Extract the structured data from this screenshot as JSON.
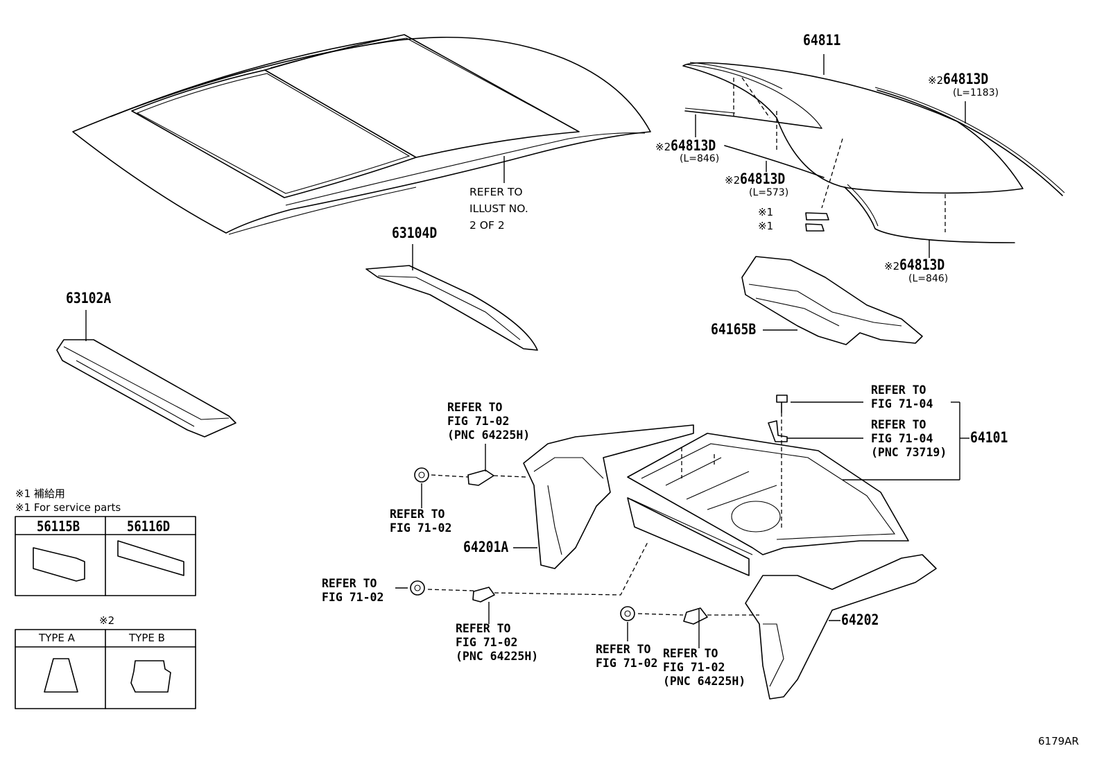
{
  "labels": {
    "p64811": "64811",
    "p64813d_top": "64813D",
    "p64813d_top_len": "(L=1183)",
    "p64813d_left": "64813D",
    "p64813d_left_len": "(L=846)",
    "p64813d_mid": "64813D",
    "p64813d_mid_len": "(L=573)",
    "p64813d_bot": "64813D",
    "p64813d_bot_len": "(L=846)",
    "mark2": "※2",
    "mark1": "※1",
    "p63104d": "63104D",
    "p63102a": "63102A",
    "p64165b": "64165B",
    "p64101": "64101",
    "p64201a": "64201A",
    "p64202": "64202"
  },
  "refs": {
    "roof": "REFER TO\nILLUST NO.\n2 OF 2",
    "fig7104_a": "REFER TO\nFIG 71-04",
    "fig7104_b": "REFER TO\nFIG 71-04\n(PNC 73719)",
    "fig7102_top": "REFER TO\nFIG 71-02\n(PNC 64225H)",
    "fig7102_nut1": "REFER TO\nFIG 71-02",
    "fig7102_nut2": "REFER TO\nFIG 71-02",
    "fig7102_mid": "REFER TO\nFIG 71-02\n(PNC 64225H)",
    "fig7102_nut3": "REFER TO\nFIG 71-02",
    "fig7102_bot": "REFER TO\nFIG 71-02\n(PNC 64225H)"
  },
  "legend": {
    "note_jp": "※1 補給用",
    "note_en": "※1 For service parts",
    "parts_headers": [
      "56115B",
      "56116D"
    ],
    "type_mark": "※2",
    "type_headers": [
      "TYPE A",
      "TYPE B"
    ]
  },
  "figure_code": "6179AR"
}
